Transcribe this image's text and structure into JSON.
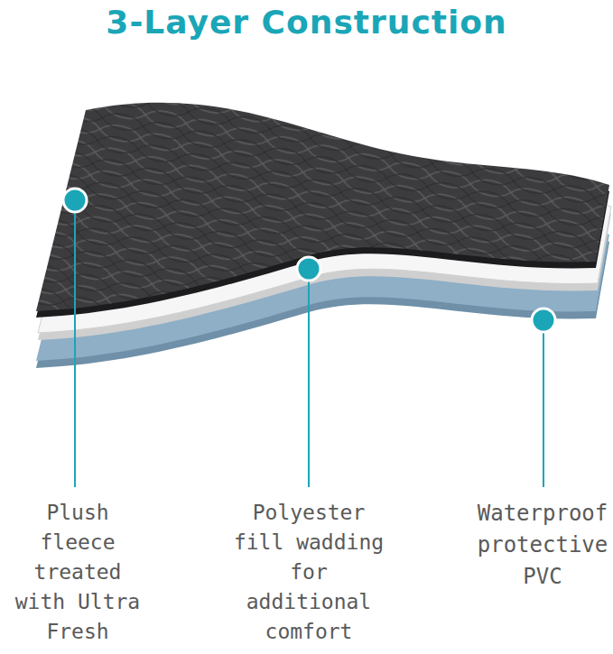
{
  "diagram": {
    "title": "3-Layer Construction",
    "labels": [
      "Plush fleece treated with Ultra Fresh",
      "Polyester fill wadding for additional comfort",
      "Waterproof protective PVC"
    ]
  }
}
